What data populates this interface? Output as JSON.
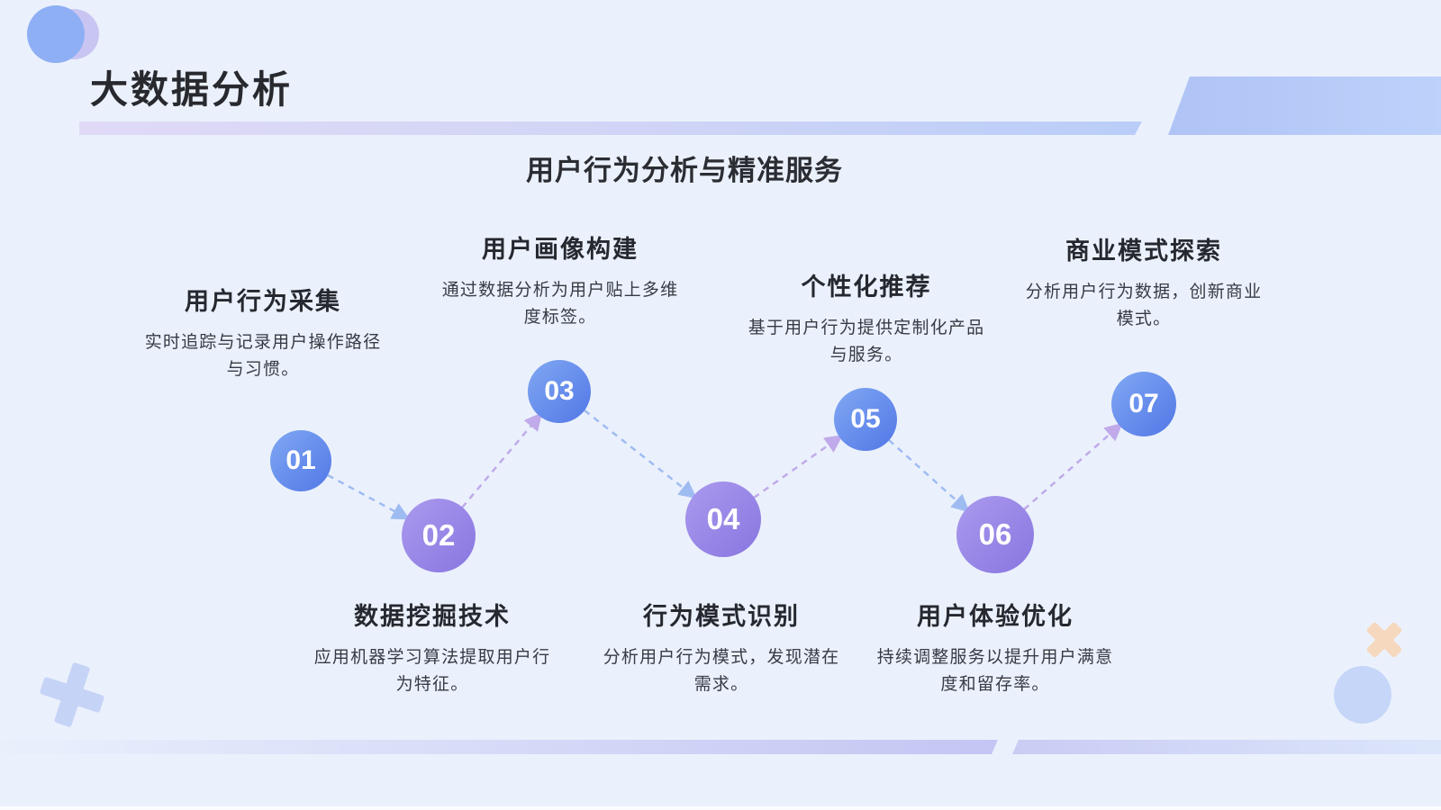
{
  "slide": {
    "title": "大数据分析",
    "subtitle": "用户行为分析与精准服务"
  },
  "steps": [
    {
      "number": "01",
      "title": "用户行为采集",
      "desc": "实时追踪与记录用户操作路径与习惯。",
      "color": "blue",
      "text_position": "above"
    },
    {
      "number": "02",
      "title": "数据挖掘技术",
      "desc": "应用机器学习算法提取用户行为特征。",
      "color": "purple",
      "text_position": "below"
    },
    {
      "number": "03",
      "title": "用户画像构建",
      "desc": "通过数据分析为用户贴上多维度标签。",
      "color": "blue",
      "text_position": "above"
    },
    {
      "number": "04",
      "title": "行为模式识别",
      "desc": "分析用户行为模式，发现潜在需求。",
      "color": "purple",
      "text_position": "below"
    },
    {
      "number": "05",
      "title": "个性化推荐",
      "desc": "基于用户行为提供定制化产品与服务。",
      "color": "blue",
      "text_position": "above"
    },
    {
      "number": "06",
      "title": "用户体验优化",
      "desc": "持续调整服务以提升用户满意度和留存率。",
      "color": "purple",
      "text_position": "below"
    },
    {
      "number": "07",
      "title": "商业模式探索",
      "desc": "分析用户行为数据，创新商业模式。",
      "color": "blue",
      "text_position": "above"
    }
  ],
  "colors": {
    "background": "#EBF1FC",
    "node_blue_gradient": [
      "#80A8F2",
      "#5277E7"
    ],
    "node_purple_gradient": [
      "#AB9AEE",
      "#8876E0"
    ],
    "arrow_blue": "#9FBCF2",
    "arrow_purple": "#C0AAEA",
    "title_text": "#28292E",
    "body_text": "#363B45",
    "deco_circle_blue": "#8EAFF4",
    "deco_circle_lavender": "#C9C5F2",
    "deco_plus_blue": "#C5D4F6",
    "deco_cross_peach": "#F6D8BE",
    "underline_gradient": [
      "#E0DAF7",
      "#B9CDF8"
    ],
    "bottom_bar_gradient": [
      "#E9F0FC",
      "#C4C5F3",
      "#DCE6FB"
    ]
  }
}
